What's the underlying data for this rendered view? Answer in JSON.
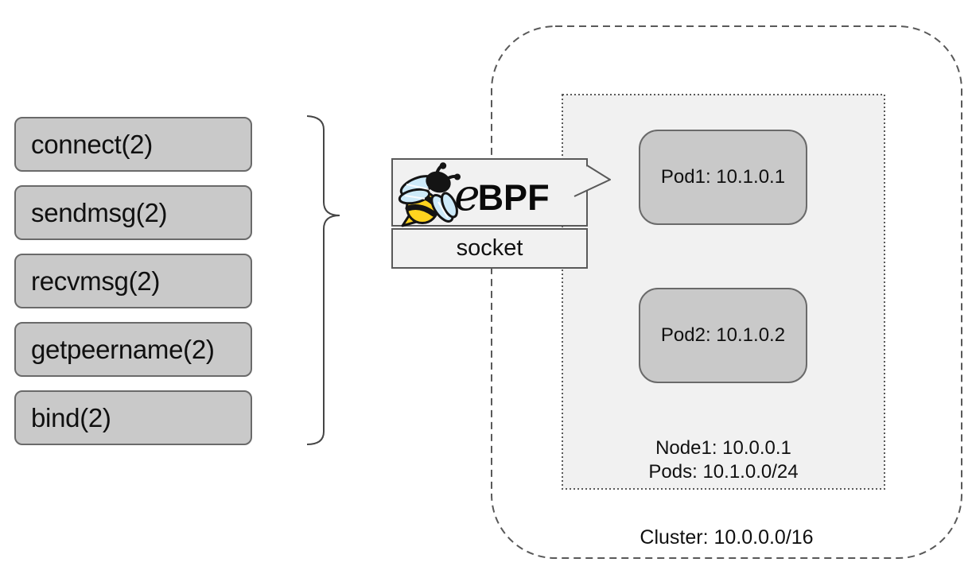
{
  "syscalls": {
    "items": [
      {
        "label": "connect(2)"
      },
      {
        "label": "sendmsg(2)"
      },
      {
        "label": "recvmsg(2)"
      },
      {
        "label": "getpeername(2)"
      },
      {
        "label": "bind(2)"
      }
    ]
  },
  "ebpf": {
    "logo_e": "e",
    "logo_bpf": "BPF",
    "hook_label": "socket",
    "bee_icon": "ebpf-bee-icon"
  },
  "cluster": {
    "label": "Cluster: 10.0.0.0/16",
    "node": {
      "label_line1": "Node1: 10.0.0.1",
      "label_line2": "Pods: 10.1.0.0/24",
      "pods": [
        {
          "label": "Pod1: 10.1.0.1"
        },
        {
          "label": "Pod2: 10.1.0.2"
        }
      ]
    }
  },
  "colors": {
    "box_fill": "#c9c9c9",
    "box_border": "#6a6a6a",
    "panel_fill": "#f1f1f1",
    "line": "#595959",
    "bee_yellow": "#ffd41f",
    "wing_blue": "#cdeaf9",
    "text": "#101010",
    "background": "#ffffff"
  }
}
